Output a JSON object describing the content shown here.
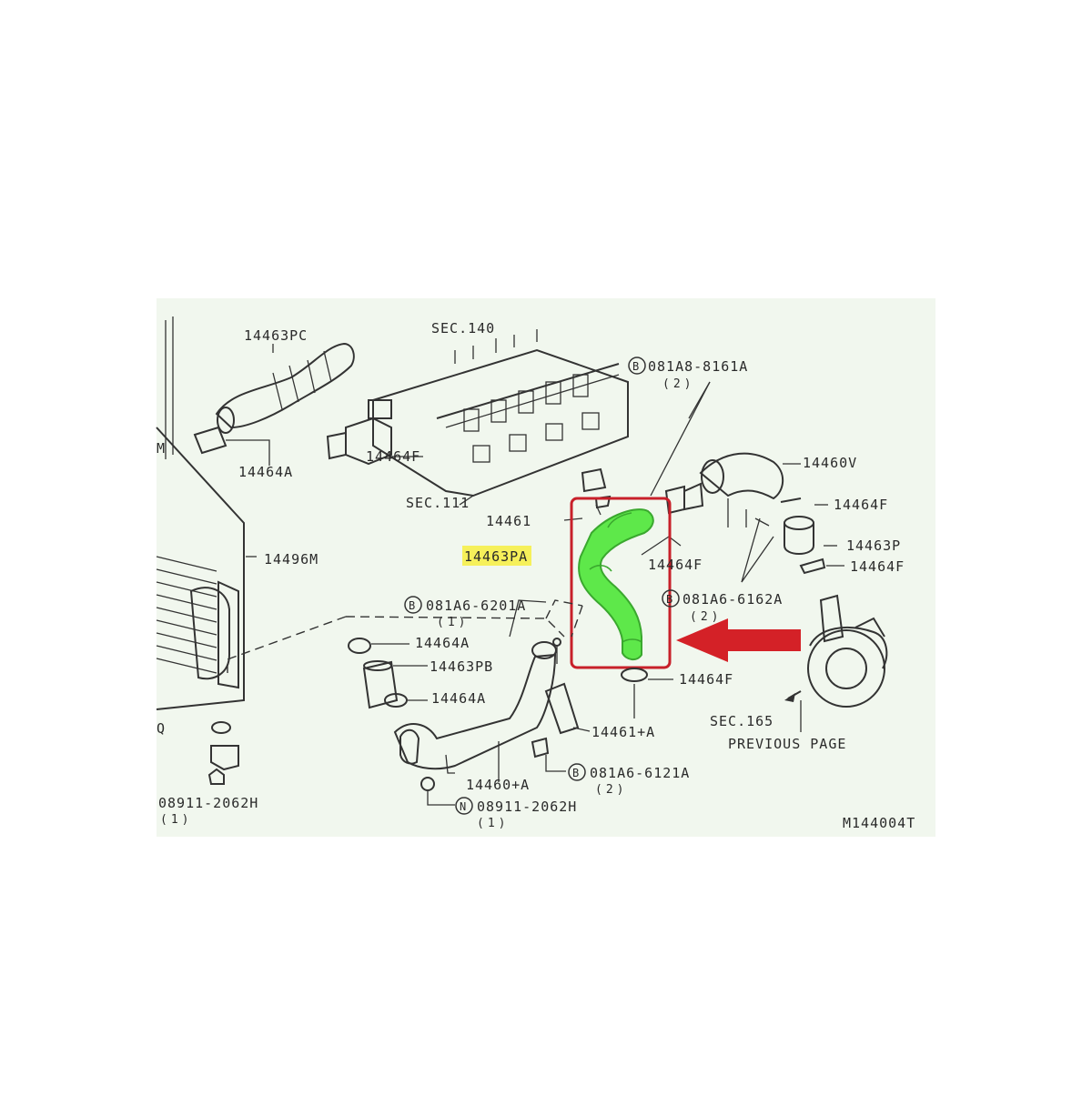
{
  "diagram": {
    "code": "M144004T",
    "labels": {
      "hose_upper_left": "14463PC",
      "gasket_upper_left": "14464A",
      "sec_140": "SEC.140",
      "gasket_head": "14464F",
      "sec_111": "SEC.111",
      "bolt_top": "081A8-8161A",
      "bolt_top_qty": "(2)",
      "outlet_pipe": "14460V",
      "gasket_right_1": "14464F",
      "tube_right": "14463P",
      "gasket_right_2": "14464F",
      "bracket": "14461",
      "hose_highlight": "14463PA",
      "gasket_mid": "14464F",
      "bolt_right": "081A6-6162A",
      "bolt_right_qty": "(2)",
      "gasket_bottom": "14464F",
      "sec_165": "SEC.165",
      "previous_page": "PREVIOUS PAGE",
      "intercooler": "14496M",
      "edge_left_m": "M",
      "bolt_left": "081A6-6201A",
      "bolt_left_qty": "(1)",
      "gasket_a1": "14464A",
      "tube_pb": "14463PB",
      "gasket_a2": "14464A",
      "bracket_a": "14461+A",
      "bolt_bottom": "081A6-6121A",
      "bolt_bottom_qty": "(2)",
      "pipe_a": "14460+A",
      "nut_center": "08911-2062H",
      "nut_center_qty": "(1)",
      "nut_left": "08911-2062H",
      "nut_left_qty": "(1)",
      "edge_left_q": "Q"
    },
    "markers": {
      "b": "B",
      "n": "N"
    },
    "colors": {
      "highlight_hose": "#5ee84a",
      "highlight_box": "#c8202a",
      "arrow": "#d42127",
      "label_highlight": "#f6f05a",
      "panel_bg": "#f1f7ee"
    }
  }
}
